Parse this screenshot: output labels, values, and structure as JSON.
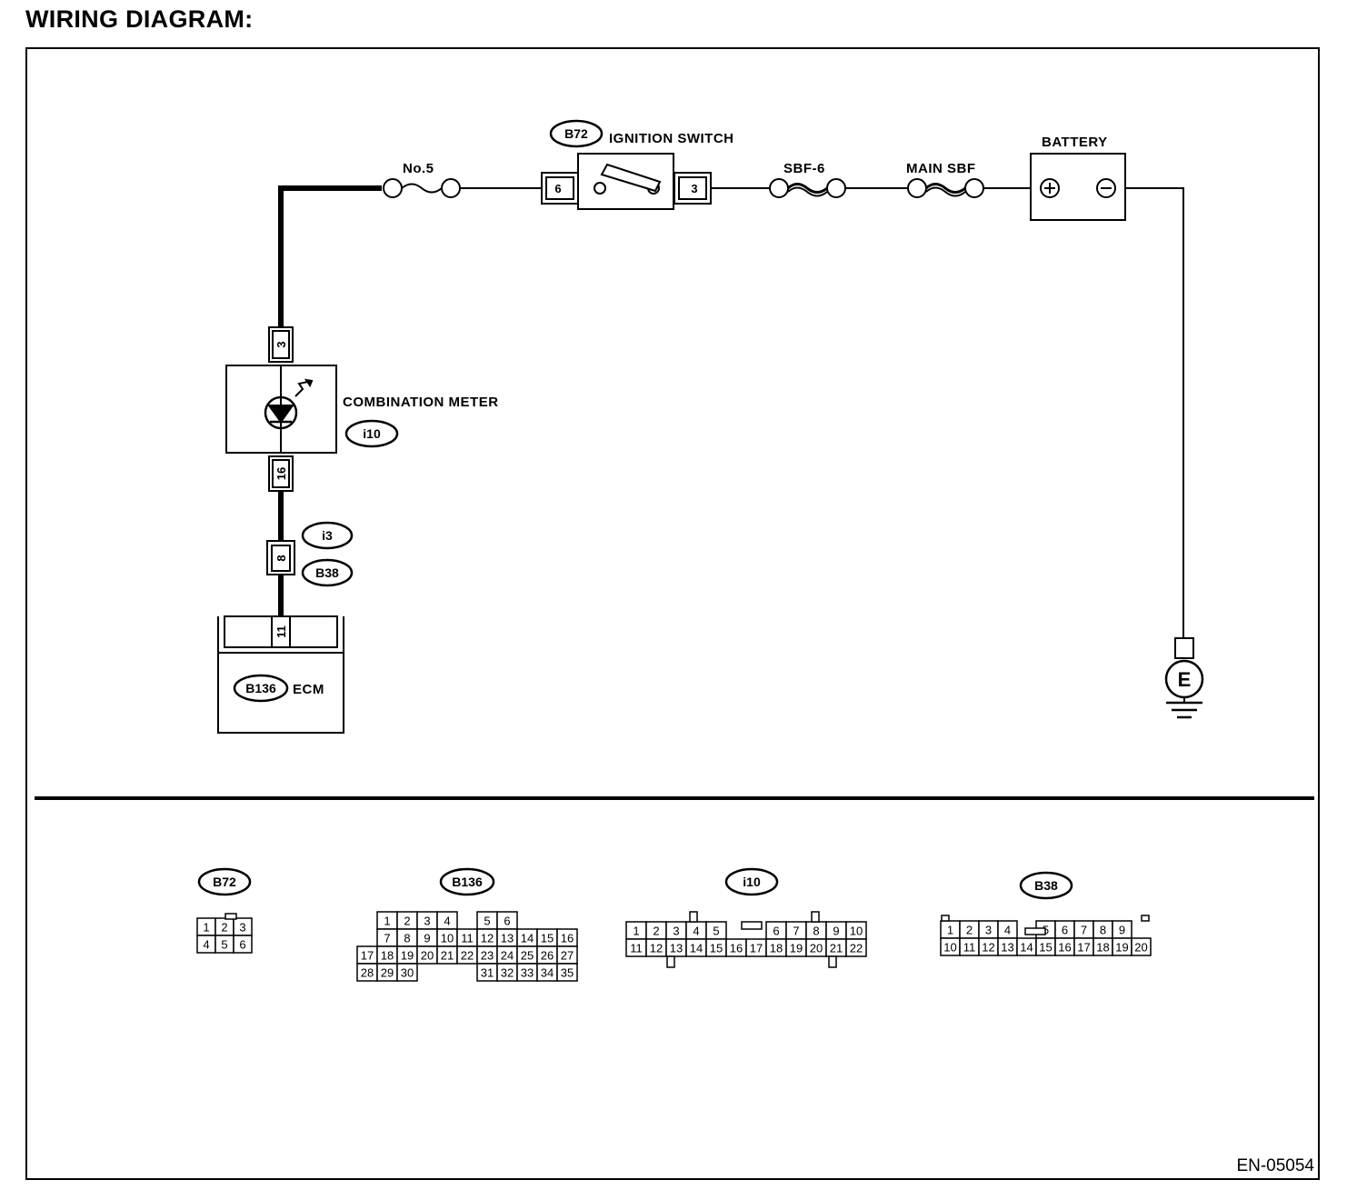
{
  "title": "WIRING DIAGRAM:",
  "doc_code": "EN-05054",
  "components": {
    "fuse_no5": "No.5",
    "ignition_switch": "IGNITION SWITCH",
    "ignition_connector": "B72",
    "fuse_sbf6": "SBF-6",
    "fuse_main_sbf": "MAIN SBF",
    "battery": "BATTERY",
    "battery_pos_symbol": "⊕",
    "battery_neg_symbol": "⊖",
    "combination_meter": "COMBINATION METER",
    "meter_connector": "i10",
    "junction_top": "i3",
    "junction_bottom": "B38",
    "ecm": "ECM",
    "ecm_connector": "B136",
    "ground": "E"
  },
  "pins": {
    "ign_in": "6",
    "ign_out": "3",
    "meter_in": "3",
    "meter_out": "16",
    "junction": "8",
    "ecm": "11"
  },
  "connectors": {
    "b72": {
      "label": "B72",
      "rows": [
        [
          "1",
          "2",
          "3"
        ],
        [
          "4",
          "5",
          "6"
        ]
      ]
    },
    "b136": {
      "label": "B136",
      "rows": [
        [
          "",
          "1",
          "2",
          "3",
          "4",
          "",
          "5",
          "6"
        ],
        [
          "",
          "7",
          "8",
          "9",
          "10",
          "11",
          "12",
          "13",
          "14",
          "15",
          "16"
        ],
        [
          "17",
          "18",
          "19",
          "20",
          "21",
          "22",
          "23",
          "24",
          "25",
          "26",
          "27"
        ],
        [
          "28",
          "29",
          "30",
          "",
          "",
          "",
          "31",
          "32",
          "33",
          "34",
          "35"
        ]
      ]
    },
    "i10": {
      "label": "i10",
      "rows": [
        [
          "1",
          "2",
          "3",
          "4",
          "5",
          "",
          "",
          "6",
          "7",
          "8",
          "9",
          "10"
        ],
        [
          "11",
          "12",
          "13",
          "14",
          "15",
          "16",
          "17",
          "18",
          "19",
          "20",
          "21",
          "22"
        ]
      ]
    },
    "b38": {
      "label": "B38",
      "rows": [
        [
          "1",
          "2",
          "3",
          "4",
          "",
          "5",
          "6",
          "7",
          "8",
          "9"
        ],
        [
          "10",
          "11",
          "12",
          "13",
          "14",
          "15",
          "16",
          "17",
          "18",
          "19",
          "20"
        ]
      ]
    }
  }
}
